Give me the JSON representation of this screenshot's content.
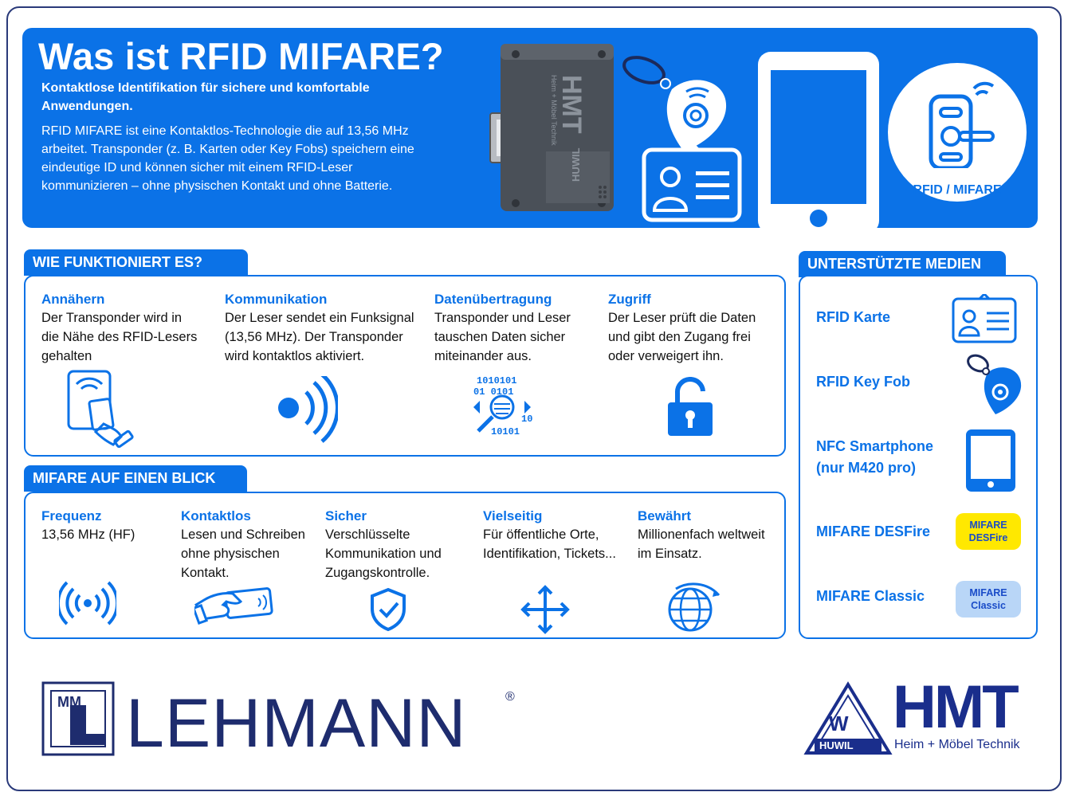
{
  "hero": {
    "title": "Was ist RFID MIFARE?",
    "subtitle": "Kontaktlose Identifikation für sichere und komfortable Anwendungen.",
    "text": "RFID MIFARE ist eine Kontaktlos-Technologie die auf 13,56 MHz arbeitet. Transponder (z. B. Karten oder Key Fobs) speichern eine eindeutige ID und können sicher mit einem RFID-Leser kommunizieren – ohne physischen Kontakt und ohne Batterie.",
    "lock_brand": "HMT",
    "lock_brand_sub": "Heim + Möbel Technik",
    "lock_brand_huwil": "HUWIL",
    "badge_label": "RFID / MIFARE"
  },
  "how": {
    "header": "WIE FUNKTIONIERT ES?",
    "steps": [
      {
        "title": "Annähern",
        "text": "Der Transponder wird in die Nähe des RFID-Lesers gehalten",
        "icon": "reader-hand-icon"
      },
      {
        "title": "Kommunikation",
        "text": "Der Leser sendet ein Funksignal (13,56 MHz). Der Transponder wird kontaktlos aktiviert.",
        "icon": "signal-waves-icon"
      },
      {
        "title": "Datenübertragung",
        "text": "Transponder und Leser tauschen Daten sicher miteinander aus.",
        "icon": "data-transfer-icon"
      },
      {
        "title": "Zugriff",
        "text": "Der Leser prüft die Daten und gibt den Zugang frei oder verweigert ihn.",
        "icon": "unlock-icon"
      }
    ],
    "binary_rows": [
      "1010101",
      "01 0101",
      "10",
      "10101"
    ]
  },
  "glance": {
    "header": "MIFARE AUF EINEN BLICK",
    "items": [
      {
        "title": "Frequenz",
        "text": "13,56 MHz (HF)",
        "icon": "radio-waves-icon"
      },
      {
        "title": "Kontaktlos",
        "text": "Lesen und Schreiben ohne physischen Kontakt.",
        "icon": "hand-card-icon"
      },
      {
        "title": "Sicher",
        "text": "Verschlüsselte Kommunikation und Zugangskontrolle.",
        "icon": "shield-check-icon"
      },
      {
        "title": "Vielseitig",
        "text": "Für öffentliche Orte, Identifikation, Tickets...",
        "icon": "move-arrows-icon"
      },
      {
        "title": "Bewährt",
        "text": "Millionenfach weltweit im Einsatz.",
        "icon": "globe-icon"
      }
    ]
  },
  "media": {
    "header": "UNTERSTÜTZTE MEDIEN",
    "items": [
      {
        "label": "RFID Karte",
        "icon": "id-card-icon"
      },
      {
        "label": "RFID Key Fob",
        "icon": "key-fob-icon"
      },
      {
        "label": "NFC Smartphone (nur M420 pro)",
        "icon": "smartphone-icon"
      },
      {
        "label": "MIFARE DESFire",
        "badge": "MIFARE DESFire"
      },
      {
        "label": "MIFARE Classic",
        "badge": "MIFARE Classic"
      }
    ]
  },
  "footer": {
    "lehmann": "LEHMANN",
    "lehmann_mark": "MM",
    "reg": "®",
    "hmt": "HMT",
    "hmt_sub": "Heim + Möbel Technik",
    "huwil": "HUWIL",
    "huwil_w": "W"
  },
  "colors": {
    "primary": "#0b72e7",
    "navy": "#1e2c6e",
    "desfire": "#ffe800",
    "classic": "#b9d6f7"
  }
}
